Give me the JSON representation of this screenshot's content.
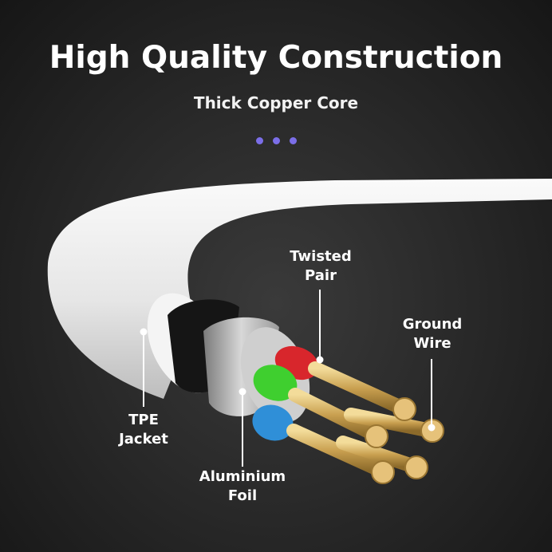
{
  "title": "High Quality Construction",
  "subtitle": "Thick Copper Core",
  "accent_color": "#7b6ee8",
  "labels": {
    "twisted_pair": [
      "Twisted",
      "Pair"
    ],
    "ground_wire": [
      "Ground",
      "Wire"
    ],
    "tpe_jacket": [
      "TPE",
      "Jacket"
    ],
    "aluminium_foil": [
      "Aluminium",
      "Foil"
    ]
  },
  "wire_colors": {
    "red": "#d8262c",
    "green": "#3fcf2f",
    "blue": "#2f8fd8",
    "copper": "#d9b56a",
    "jacket": "#ededed"
  }
}
